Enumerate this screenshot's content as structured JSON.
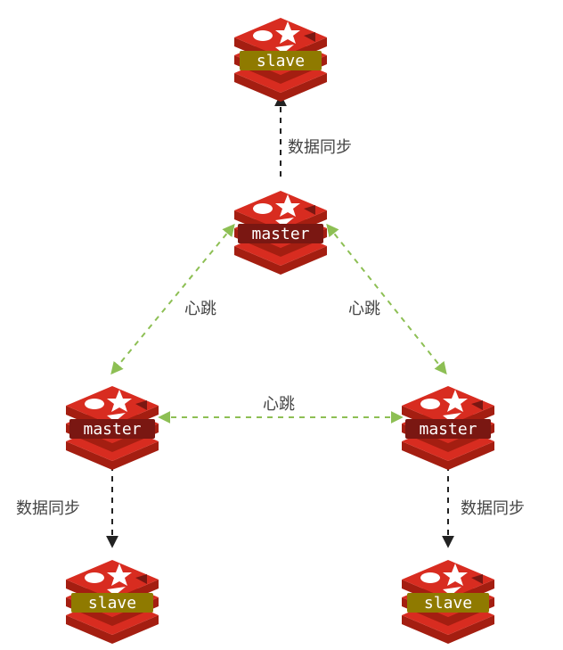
{
  "nodes": {
    "slave_top": {
      "label": "slave",
      "role": "slave"
    },
    "master_center": {
      "label": "master",
      "role": "master"
    },
    "master_left": {
      "label": "master",
      "role": "master"
    },
    "master_right": {
      "label": "master",
      "role": "master"
    },
    "slave_left": {
      "label": "slave",
      "role": "slave"
    },
    "slave_right": {
      "label": "slave",
      "role": "slave"
    }
  },
  "edges": {
    "sync_top": {
      "label": "数据同步",
      "style": "dashed-arrow",
      "color": "#333333"
    },
    "heartbeat_left": {
      "label": "心跳",
      "style": "dashed-double-arrow",
      "color": "#8dbf54"
    },
    "heartbeat_right": {
      "label": "心跳",
      "style": "dashed-double-arrow",
      "color": "#8dbf54"
    },
    "heartbeat_bottom": {
      "label": "心跳",
      "style": "dashed-double-arrow",
      "color": "#8dbf54"
    },
    "sync_left": {
      "label": "数据同步",
      "style": "dashed-arrow",
      "color": "#333333"
    },
    "sync_right": {
      "label": "数据同步",
      "style": "dashed-arrow",
      "color": "#333333"
    }
  },
  "colors": {
    "redis_red": "#d82c20",
    "redis_dark": "#a41e11",
    "master_label_bg": "#7a1712",
    "slave_label_bg": "#8f7a00",
    "slave_label_text": "#ffffff",
    "master_label_text": "#ffffff"
  },
  "icons": {
    "node_icon": "redis-logo-icon"
  }
}
